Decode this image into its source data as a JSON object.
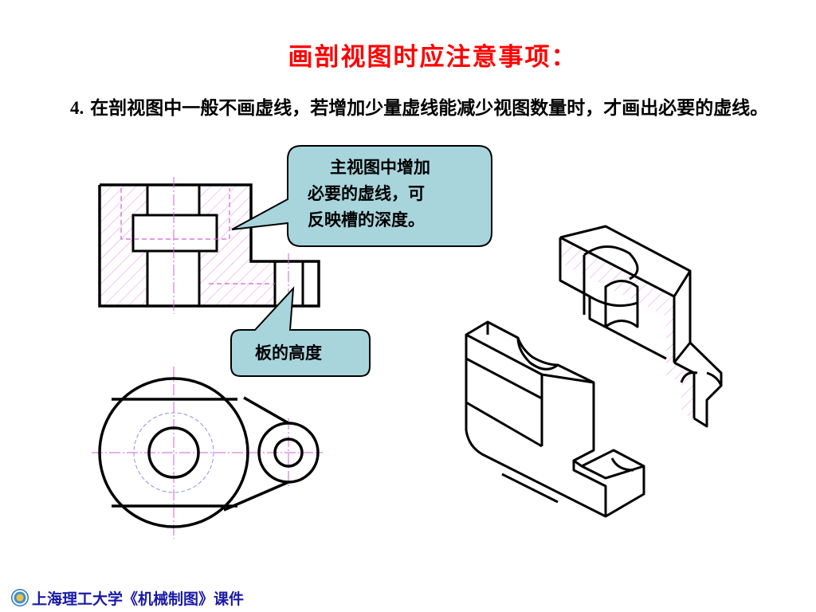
{
  "title": "画剖视图时应注意事项：",
  "point": {
    "number": "4.",
    "text": " 在剖视图中一般不画虚线，若增加少量虚线能减少视图数量时，才画出必要的虚线。"
  },
  "callouts": {
    "main_view": {
      "line1": "主视图中增加",
      "line2": "必要的虚线，可",
      "line3": "反映槽的深度。"
    },
    "plate": {
      "text": "板的高度"
    }
  },
  "footer": {
    "text": "上海理工大学《机械制图》课件"
  },
  "colors": {
    "title": "#ff0000",
    "callout_fill": "#a8d5dc",
    "hatch": "#e890e8",
    "center_line": "#d060d0",
    "footer": "#1a1aa6"
  }
}
